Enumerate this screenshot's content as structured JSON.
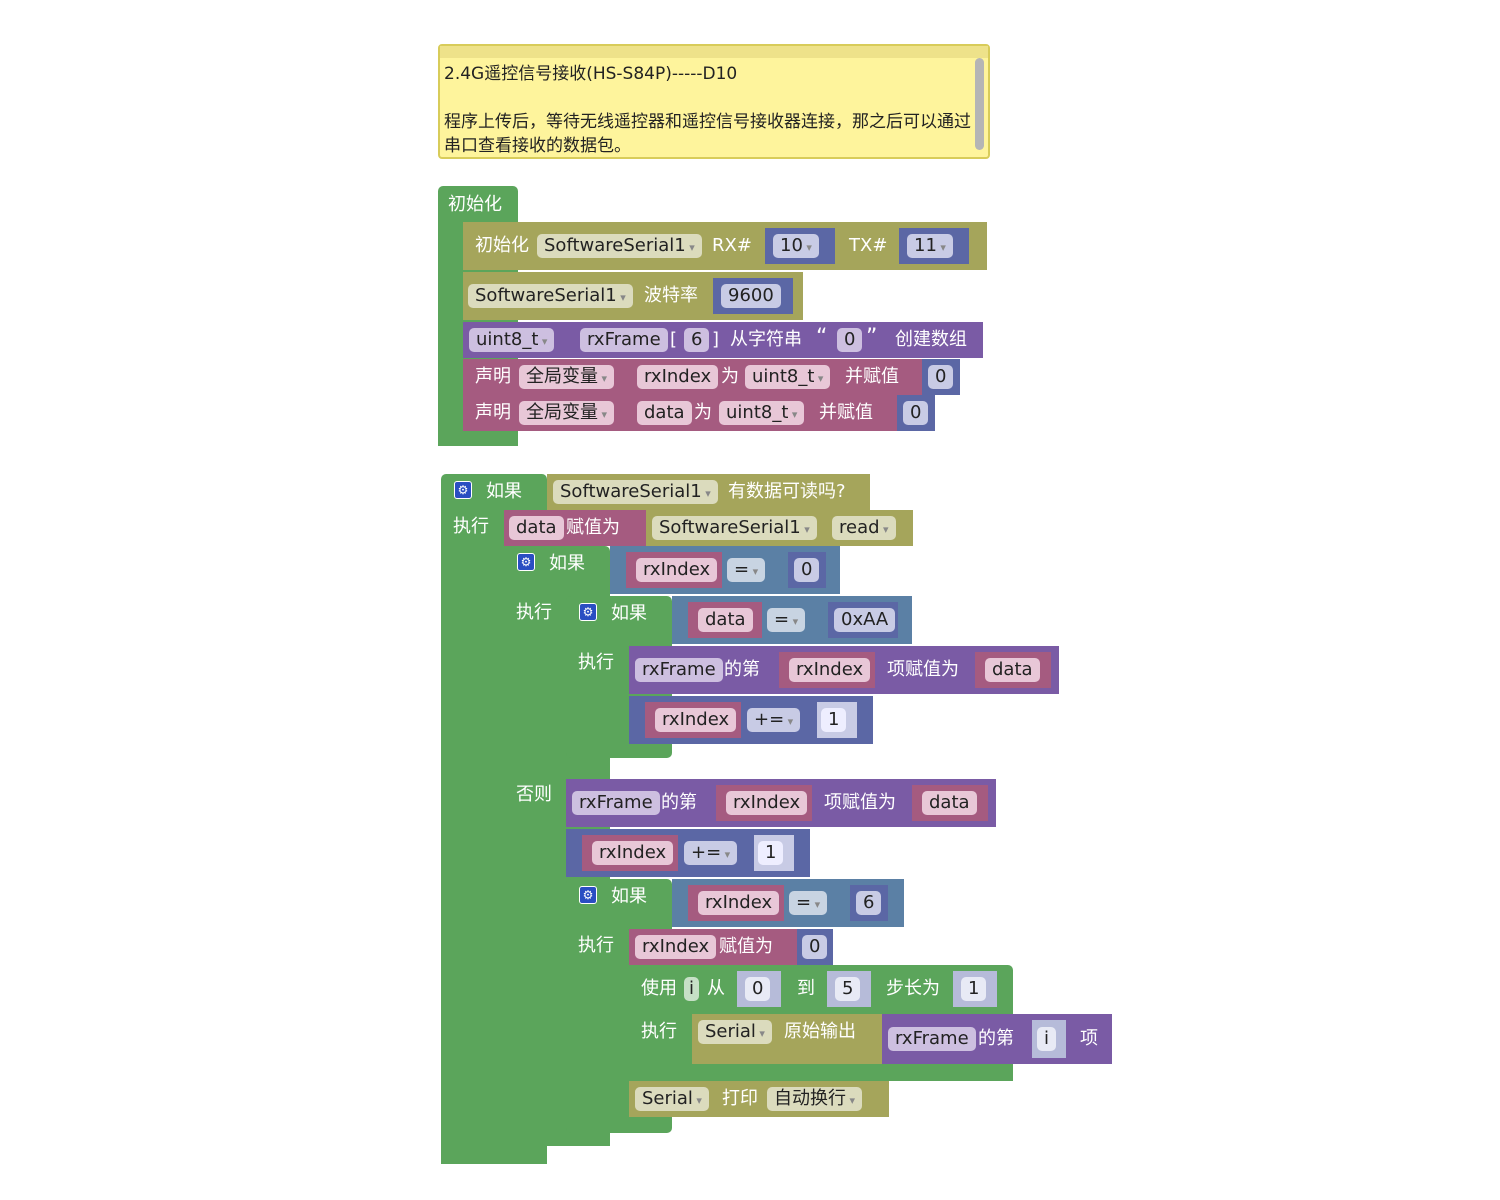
{
  "comment": {
    "text": "2.4G遥控信号接收(HS-S84P)-----D10\n\n程序上传后，等待无线遥控器和遥控信号接收器连接，那之后可以通过串口查看接收的数据包。"
  },
  "setup": {
    "hat_label": "初始化",
    "init_serial": {
      "label": "初始化",
      "port": "SoftwareSerial1",
      "rx_label": "RX#",
      "rx": "10",
      "tx_label": "TX#",
      "tx": "11"
    },
    "baud": {
      "port": "SoftwareSerial1",
      "label": "波特率",
      "value": "9600"
    },
    "array": {
      "type": "uint8_t",
      "name": "rxFrame",
      "open": "[",
      "size": "6",
      "close": "]",
      "from_label": "从字符串",
      "lq": "“",
      "str": "0",
      "rq": "”",
      "create_label": "创建数组"
    },
    "decl1": {
      "declare": "声明",
      "scope": "全局变量",
      "name": "rxIndex",
      "as": "为",
      "type": "uint8_t",
      "assign": "并赋值",
      "value": "0"
    },
    "decl2": {
      "declare": "声明",
      "scope": "全局变量",
      "name": "data",
      "as": "为",
      "type": "uint8_t",
      "assign": "并赋值",
      "value": "0"
    }
  },
  "loop": {
    "if_label": "如果",
    "do_label": "执行",
    "else_label": "否则",
    "available": {
      "port": "SoftwareSerial1",
      "label": "有数据可读吗?"
    },
    "read_assign": {
      "var": "data",
      "label": "赋值为",
      "port": "SoftwareSerial1",
      "method": "read"
    },
    "if1": {
      "var": "rxIndex",
      "op": "=",
      "value": "0"
    },
    "if2": {
      "var": "data",
      "op": "=",
      "value": "0xAA"
    },
    "set1": {
      "array": "rxFrame",
      "of_label": "的第",
      "index": "rxIndex",
      "assign_label": "项赋值为",
      "value": "data"
    },
    "inc1": {
      "var": "rxIndex",
      "op": "+=",
      "value": "1"
    },
    "set2": {
      "array": "rxFrame",
      "of_label": "的第",
      "index": "rxIndex",
      "assign_label": "项赋值为",
      "value": "data"
    },
    "inc2": {
      "var": "rxIndex",
      "op": "+=",
      "value": "1"
    },
    "if3": {
      "var": "rxIndex",
      "op": "=",
      "value": "6"
    },
    "reset": {
      "var": "rxIndex",
      "label": "赋值为",
      "value": "0"
    },
    "for": {
      "use": "使用",
      "var": "i",
      "from": "从",
      "start": "0",
      "to": "到",
      "end": "5",
      "step_label": "步长为",
      "step": "1"
    },
    "write": {
      "port": "Serial",
      "label": "原始输出",
      "array": "rxFrame",
      "of_label": "的第",
      "index": "i",
      "item": "项"
    },
    "println": {
      "port": "Serial",
      "label": "打印",
      "mode": "自动换行"
    }
  }
}
